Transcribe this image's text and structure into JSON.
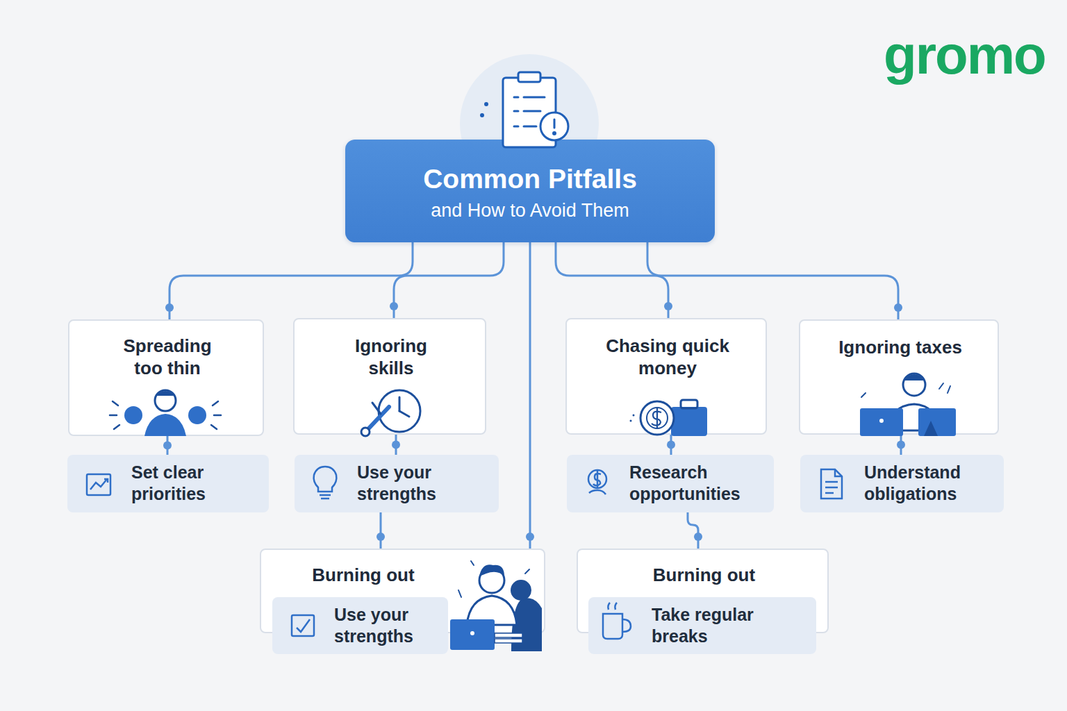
{
  "diagram": {
    "nodes": [
      {
        "text": [
          "Common Pitfalls",
          "and How to Avoid Them"
        ]
      },
      {
        "text": [
          "Spreading too thin"
        ]
      },
      {
        "text": [
          "Ignoring skills"
        ]
      },
      {
        "text": [
          "Chasing quick money"
        ]
      },
      {
        "text": [
          "Ignoring taxes"
        ]
      },
      {
        "text": [
          "Set clear priorities"
        ]
      },
      {
        "text": [
          "Use your strengths"
        ]
      },
      {
        "text": [
          "Research opportunities"
        ]
      },
      {
        "text": [
          "Understand obligations"
        ]
      },
      {
        "text": [
          "Burning out"
        ]
      },
      {
        "text": [
          "Use your strengths"
        ],
        "in": 9
      },
      {
        "text": [
          "Burning out"
        ]
      },
      {
        "text": [
          "Take regular breaks"
        ],
        "in": 11
      }
    ],
    "edges": [
      {
        "from": 0,
        "to": 1,
        "arrow": "none"
      },
      {
        "from": 0,
        "to": 2,
        "arrow": "none"
      },
      {
        "from": 0,
        "to": 3,
        "arrow": "none"
      },
      {
        "from": 0,
        "to": 4,
        "arrow": "none"
      },
      {
        "from": 0,
        "to": 9,
        "arrow": "none"
      },
      {
        "from": 1,
        "to": 5,
        "arrow": "none"
      },
      {
        "from": 2,
        "to": 6,
        "arrow": "none"
      },
      {
        "from": 3,
        "to": 7,
        "arrow": "none"
      },
      {
        "from": 4,
        "to": 8,
        "arrow": "none"
      },
      {
        "from": 6,
        "to": 9,
        "arrow": "none"
      },
      {
        "from": 7,
        "to": 11,
        "arrow": "none"
      }
    ],
    "labels": [
      "gromo"
    ]
  }
}
